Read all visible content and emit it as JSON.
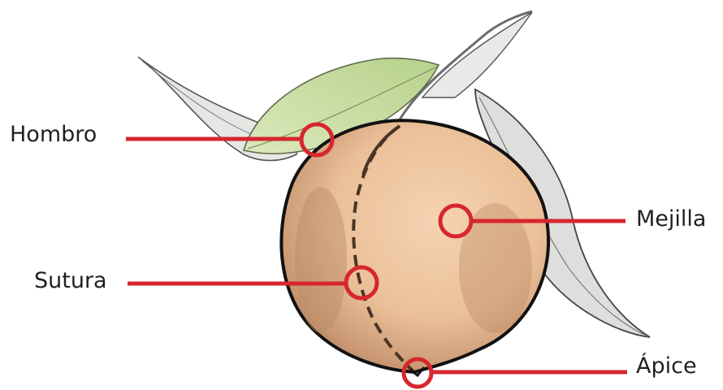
{
  "labels": {
    "hombro": "Hombro",
    "sutura": "Sutura",
    "mejilla": "Mejilla",
    "apice": "Ápice"
  },
  "colors": {
    "callout": "#d7262e",
    "peach": "#f2caa6",
    "peach_shade": "#b88a6a",
    "outline": "#111111",
    "leaf_green": "#c6dc9a",
    "leaf_gray": "#dfe1df"
  }
}
